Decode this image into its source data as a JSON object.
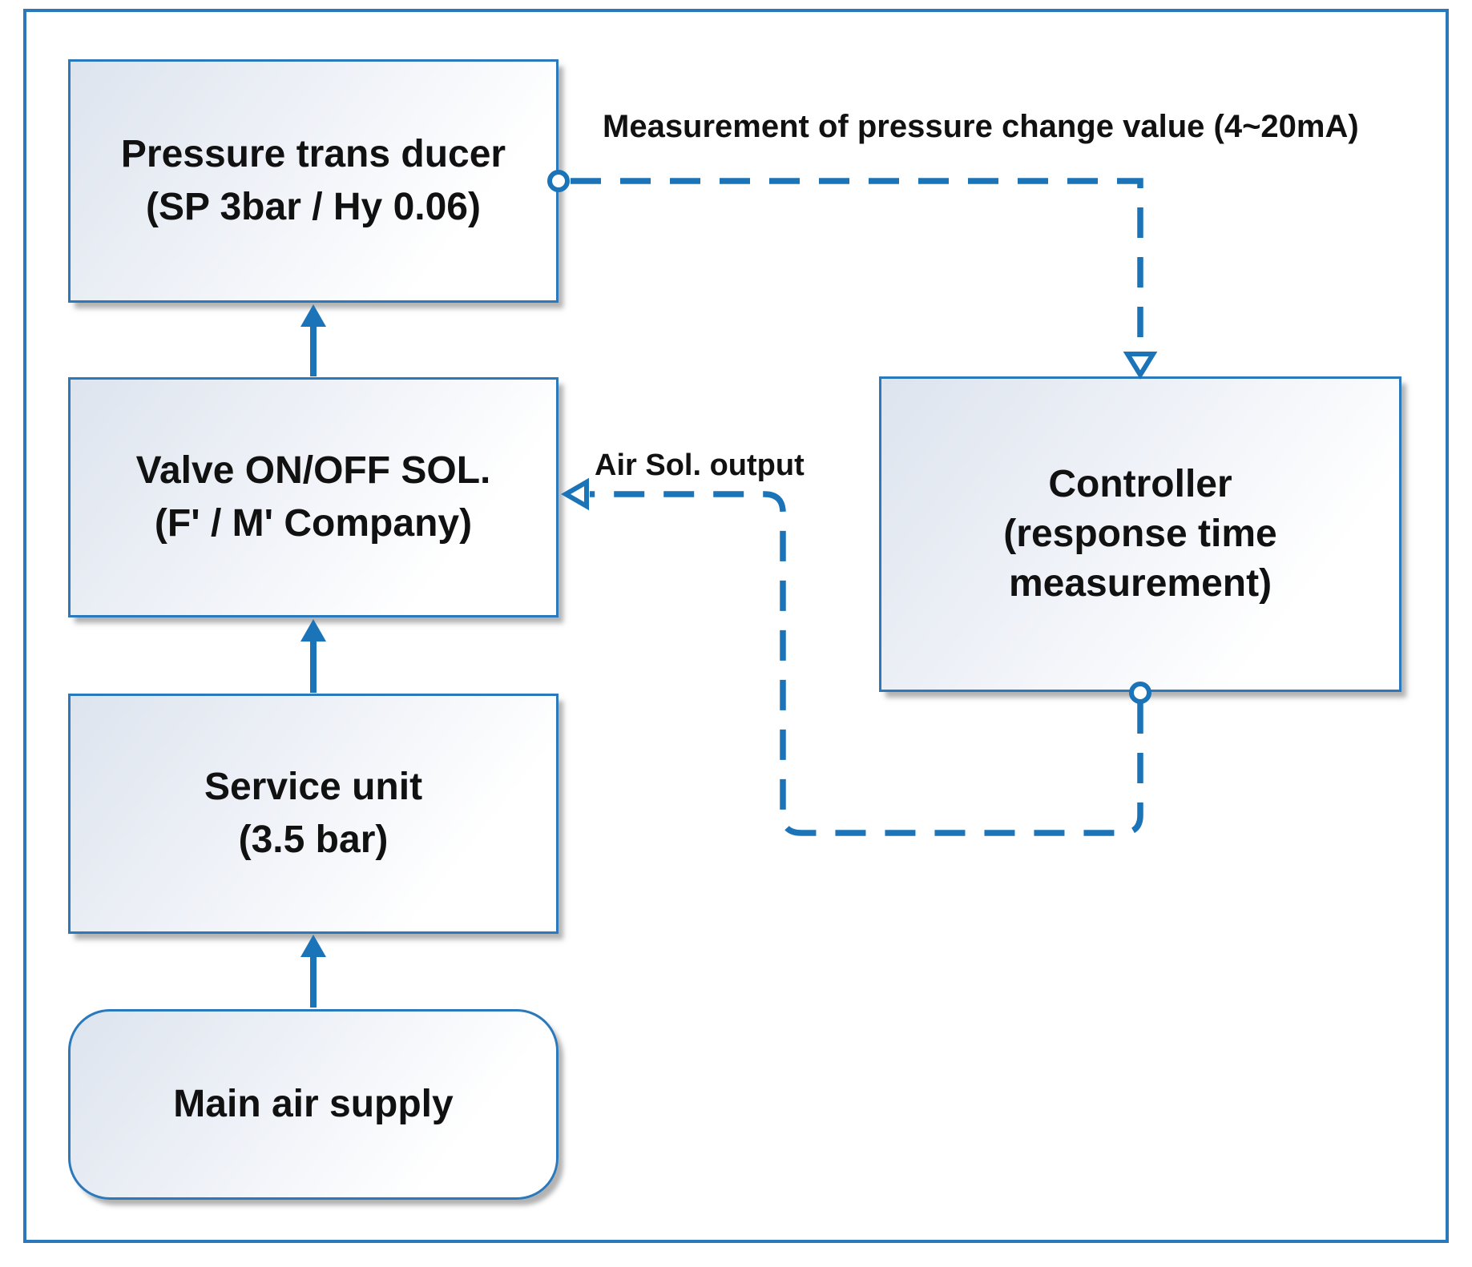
{
  "diagram": {
    "nodes": {
      "pressure_transducer": {
        "lines": [
          "Pressure trans ducer",
          "(SP 3bar / Hy 0.06)"
        ]
      },
      "valve": {
        "lines": [
          "Valve ON/OFF SOL.",
          "(F' / M' Company)"
        ]
      },
      "service_unit": {
        "lines": [
          "Service unit",
          "(3.5 bar)"
        ]
      },
      "main_air_supply": {
        "lines": [
          "Main air supply"
        ]
      },
      "controller": {
        "lines": [
          "Controller",
          "(response time",
          "measurement)"
        ]
      }
    },
    "edge_labels": {
      "pressure_measurement": "Measurement of pressure change value (4~20mA)",
      "air_sol_output": "Air Sol. output"
    },
    "colors": {
      "line_blue": "#1b73b8",
      "border_blue": "#2b79bb",
      "text_black": "#111111"
    }
  }
}
